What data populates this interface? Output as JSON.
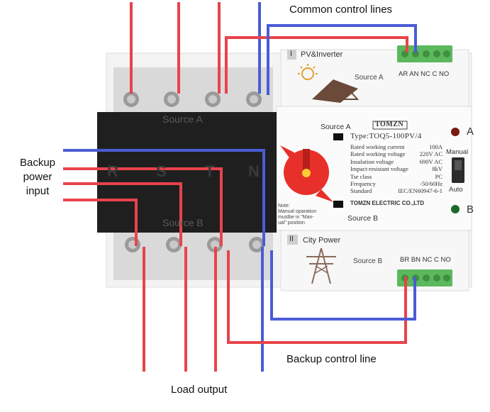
{
  "callouts": {
    "common_control_lines": "Common control lines",
    "backup_power_input": [
      "Backup",
      "power",
      "input"
    ],
    "backup_control_line": "Backup control line",
    "load_output": "Load output"
  },
  "module_top": {
    "badge": "I",
    "title": "PV&Inverter",
    "source": "Source A",
    "terminals": "AR AN NC C NO"
  },
  "module_bottom": {
    "badge": "II",
    "title": "City Power",
    "source": "Source B",
    "terminals": "BR BN NC C NO"
  },
  "block": {
    "source_a": "Source A",
    "source_b": "Source B",
    "phases": [
      "R",
      "S",
      "T",
      "N"
    ]
  },
  "panel": {
    "source_a": "Source A",
    "source_b": "Source B",
    "brand": "TOMZN",
    "type": "Type:TOQ5-100PV/4",
    "specs": [
      {
        "label": "Rated working current",
        "value": "100A"
      },
      {
        "label": "Rated working voltage",
        "value": "220V AC"
      },
      {
        "label": "Insulation voltage",
        "value": "690V AC"
      },
      {
        "label": "Impact-resistant voltage",
        "value": "8kV"
      },
      {
        "label": "Tse class",
        "value": "PC"
      },
      {
        "label": "Frequency",
        "value": "-50/60Hz"
      },
      {
        "label": "Standard",
        "value": "IEC/EN60947-6-1"
      }
    ],
    "company": "TOMZN ELECTRIC CO.,LTD",
    "note": [
      "Note:",
      "Manual oparation",
      "mustbe in \"Man-",
      "ual\" position"
    ],
    "switch_manual": "Manual",
    "switch_auto": "Auto",
    "indicator_a": "A",
    "indicator_b": "B"
  },
  "colors": {
    "red_wire": "#e8434b",
    "blue_wire": "#4a5cd6",
    "terminal_block": "#5cb85c",
    "body": "#f2f2f2",
    "black_block": "#1f1f1f",
    "knob": "#e8302a"
  }
}
